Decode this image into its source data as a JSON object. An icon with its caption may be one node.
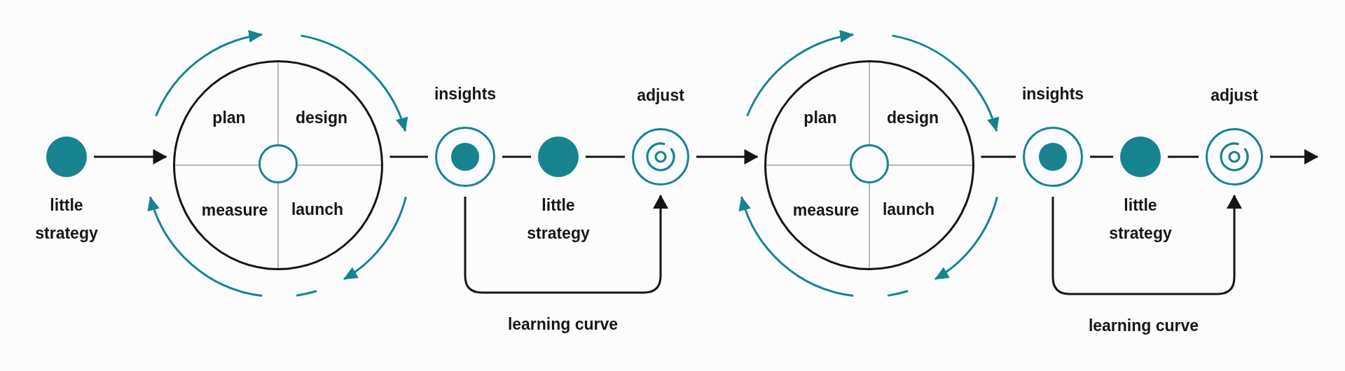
{
  "diagram": {
    "nodes": [
      {
        "text": [
          "little strategy"
        ]
      },
      {
        "text": [
          "plan",
          "design",
          "measure",
          "launch"
        ]
      },
      {
        "text": [],
        "shape": "circle",
        "in": 1
      },
      {
        "text": [
          "insights"
        ]
      },
      {
        "text": [
          "little strategy"
        ]
      },
      {
        "text": [
          "adjust"
        ]
      },
      {
        "text": [
          "plan",
          "design",
          "measure",
          "launch"
        ]
      },
      {
        "text": [],
        "shape": "circle",
        "in": 6
      },
      {
        "text": [
          "insights"
        ]
      },
      {
        "text": [
          "little strategy"
        ]
      },
      {
        "text": [
          "adjust"
        ]
      }
    ],
    "edges": [
      {
        "from": 0,
        "to": 1,
        "arrow": "to"
      },
      {
        "from": 1,
        "to": 3,
        "arrow": "none"
      },
      {
        "from": 3,
        "to": 4,
        "arrow": "none"
      },
      {
        "from": 4,
        "to": 5,
        "arrow": "none"
      },
      {
        "from": 3,
        "to": 5,
        "arrow": "to",
        "label": "learning curve"
      },
      {
        "from": 5,
        "to": 6,
        "arrow": "to"
      },
      {
        "from": 6,
        "to": 8,
        "arrow": "none"
      },
      {
        "from": 8,
        "to": 9,
        "arrow": "none"
      },
      {
        "from": 9,
        "to": 10,
        "arrow": "none"
      },
      {
        "from": 8,
        "to": 10,
        "arrow": "to",
        "label": "learning curve"
      },
      {
        "from": 10,
        "to": null,
        "arrow": "to"
      }
    ]
  }
}
